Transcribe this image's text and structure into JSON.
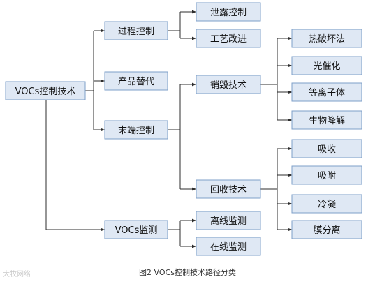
{
  "diagram": {
    "root": {
      "label": "VOCs控制技术"
    },
    "level1": [
      {
        "label": "过程控制"
      },
      {
        "label": "产品替代"
      },
      {
        "label": "末端控制"
      },
      {
        "label": "VOCs监测"
      }
    ],
    "process_children": [
      {
        "label": "泄露控制"
      },
      {
        "label": "工艺改进"
      }
    ],
    "end_children": [
      {
        "label": "销毁技术"
      },
      {
        "label": "回收技术"
      }
    ],
    "destruction_children": [
      {
        "label": "热破坏法"
      },
      {
        "label": "光催化"
      },
      {
        "label": "等离子体"
      },
      {
        "label": "生物降解"
      }
    ],
    "recovery_children": [
      {
        "label": "吸收"
      },
      {
        "label": "吸附"
      },
      {
        "label": "冷凝"
      },
      {
        "label": "膜分离"
      }
    ],
    "monitor_children": [
      {
        "label": "离线监测"
      },
      {
        "label": "在线监测"
      }
    ]
  },
  "caption": "图2  VOCs控制技术路径分类",
  "watermark": "大牧网络"
}
